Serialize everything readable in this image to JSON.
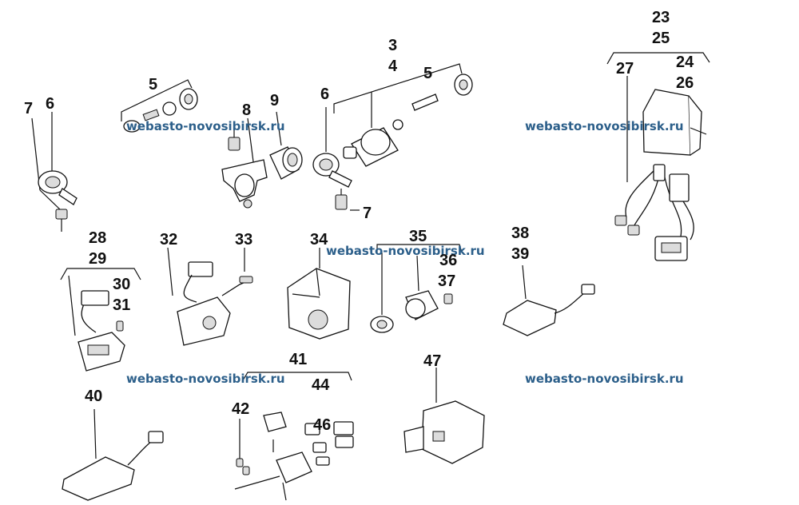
{
  "labels": {
    "l3": "3",
    "l4": "4",
    "l5a": "5",
    "l5b": "5",
    "l6a": "6",
    "l6b": "6",
    "l7a": "7",
    "l7b": "7",
    "l8": "8",
    "l9": "9",
    "l23": "23",
    "l25": "25",
    "l24": "24",
    "l26": "26",
    "l27": "27",
    "l28": "28",
    "l29": "29",
    "l30": "30",
    "l31": "31",
    "l32": "32",
    "l33": "33",
    "l34": "34",
    "l35": "35",
    "l36": "36",
    "l37": "37",
    "l38": "38",
    "l39": "39",
    "l40": "40",
    "l41": "41",
    "l42": "42",
    "l44": "44",
    "l46": "46",
    "l47": "47"
  },
  "watermarks": {
    "w1": "webasto-novosibirsk.ru",
    "w2": "webasto-novosibirsk.ru",
    "w3": "webasto-novosibirsk.ru",
    "w4": "webasto-novosibirsk.ru",
    "w5": "webasto-novosibirsk.ru"
  },
  "colors": {
    "watermark": "#2c5f8a",
    "ink": "#111111",
    "background": "#ffffff"
  }
}
